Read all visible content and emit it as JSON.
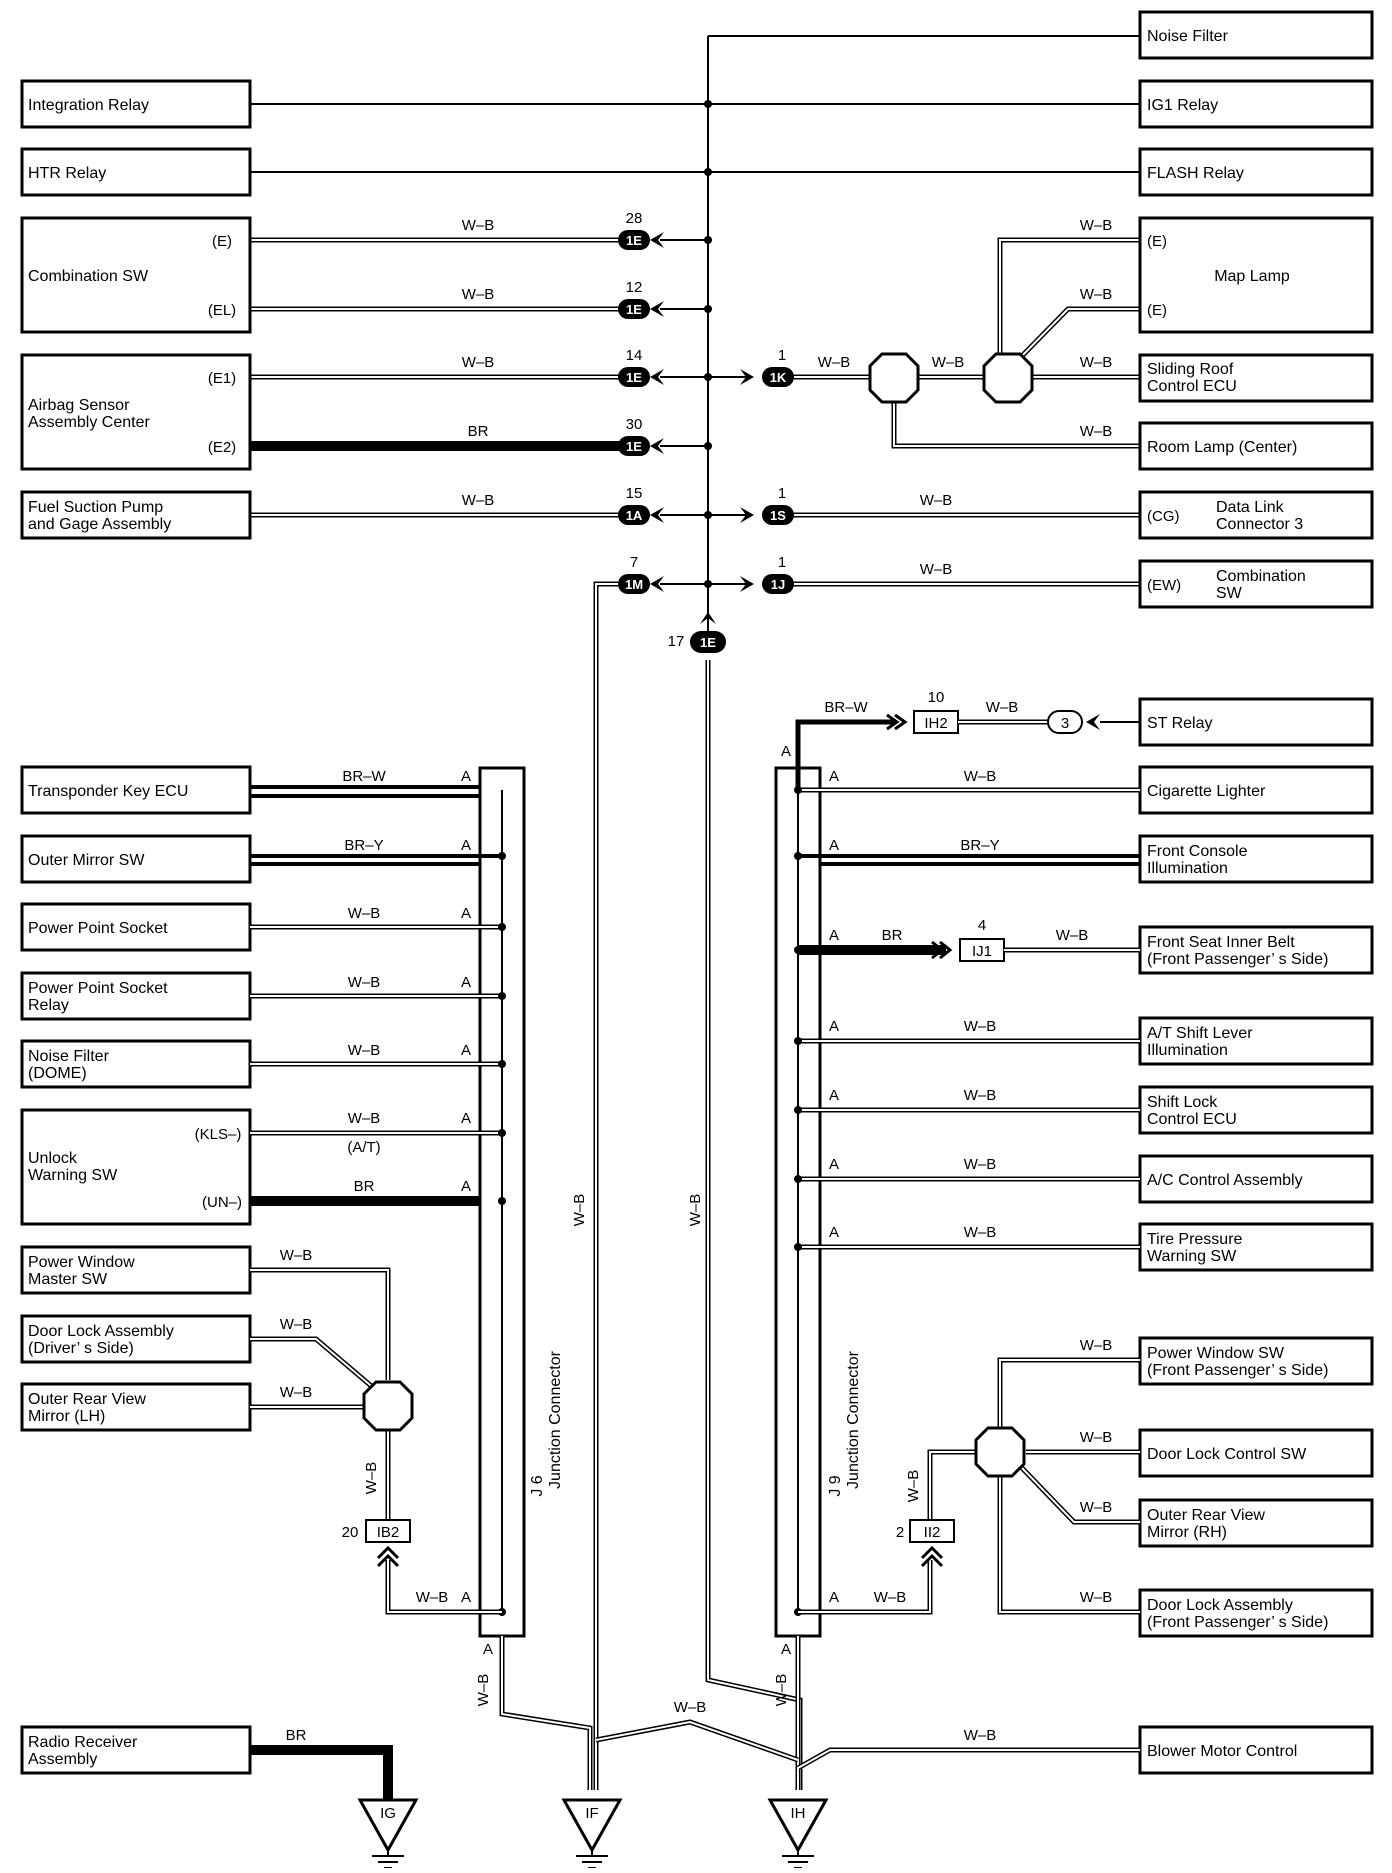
{
  "components_left": [
    {
      "id": "integration",
      "name": "Integration Relay"
    },
    {
      "id": "htr",
      "name": "HTR Relay"
    },
    {
      "id": "combsw",
      "name": "Combination SW",
      "pins": [
        "(E)",
        "(EL)"
      ]
    },
    {
      "id": "airbag",
      "name": "Airbag Sensor\nAssembly Center",
      "pins": [
        "(E1)",
        "(E2)"
      ]
    },
    {
      "id": "fuel",
      "name": "Fuel Suction Pump\nand Gage Assembly"
    },
    {
      "id": "transponder",
      "name": "Transponder Key ECU"
    },
    {
      "id": "outermirror",
      "name": "Outer Mirror SW"
    },
    {
      "id": "pps",
      "name": "Power Point Socket"
    },
    {
      "id": "ppsr",
      "name": "Power Point Socket\nRelay"
    },
    {
      "id": "nfdome",
      "name": "Noise Filter\n(DOME)"
    },
    {
      "id": "unlock",
      "name": "Unlock\nWarning SW",
      "pins": [
        "(KLS–)",
        "(UN–)"
      ]
    },
    {
      "id": "pwms",
      "name": "Power Window\nMaster SW"
    },
    {
      "id": "dlad",
      "name": "Door Lock Assembly\n(Driver’ s Side)"
    },
    {
      "id": "orvlh",
      "name": "Outer Rear View\nMirror (LH)"
    },
    {
      "id": "radio",
      "name": "Radio Receiver\nAssembly"
    }
  ],
  "components_right": [
    {
      "id": "noisefilter",
      "name": "Noise Filter"
    },
    {
      "id": "ig1",
      "name": "IG1 Relay"
    },
    {
      "id": "flash",
      "name": "FLASH Relay"
    },
    {
      "id": "maplamp",
      "name": "Map Lamp",
      "pins": [
        "(E)",
        "(E)"
      ]
    },
    {
      "id": "sroof",
      "name": "Sliding Roof\nControl ECU"
    },
    {
      "id": "roomlamp",
      "name": "Room Lamp (Center)"
    },
    {
      "id": "dlc3",
      "name": "Data Link\nConnector 3",
      "pin": "(CG)"
    },
    {
      "id": "combsw2",
      "name": "Combination\nSW",
      "pin": "(EW)"
    },
    {
      "id": "strelay",
      "name": "ST Relay"
    },
    {
      "id": "cig",
      "name": "Cigarette Lighter"
    },
    {
      "id": "fci",
      "name": "Front Console\nIllumination"
    },
    {
      "id": "fsib",
      "name": "Front Seat Inner Belt\n(Front Passenger’ s Side)"
    },
    {
      "id": "atshift",
      "name": "A/T Shift Lever\nIllumination"
    },
    {
      "id": "shiftlock",
      "name": "Shift Lock\nControl ECU"
    },
    {
      "id": "ac",
      "name": "A/C Control Assembly"
    },
    {
      "id": "tire",
      "name": "Tire Pressure\nWarning SW"
    },
    {
      "id": "pwsfp",
      "name": "Power Window SW\n(Front Passenger’ s Side)"
    },
    {
      "id": "dlcsw",
      "name": "Door Lock Control SW"
    },
    {
      "id": "orvrh",
      "name": "Outer Rear View\nMirror (RH)"
    },
    {
      "id": "dlafp",
      "name": "Door Lock Assembly\n(Front Passenger’ s Side)"
    },
    {
      "id": "blower",
      "name": "Blower Motor Control"
    }
  ],
  "wire_colors": {
    "wb": "W–B",
    "br": "BR",
    "brw": "BR–W",
    "bry": "BR–Y"
  },
  "connectors": {
    "c28": {
      "num": "28",
      "code": "1E"
    },
    "c12": {
      "num": "12",
      "code": "1E"
    },
    "c14": {
      "num": "14",
      "code": "1E"
    },
    "c30": {
      "num": "30",
      "code": "1E"
    },
    "c15": {
      "num": "15",
      "code": "1A"
    },
    "c7": {
      "num": "7",
      "code": "1M"
    },
    "c17": {
      "num": "17",
      "code": "1E"
    },
    "k1": {
      "num": "1",
      "code": "1K"
    },
    "s1": {
      "num": "1",
      "code": "1S"
    },
    "j1": {
      "num": "1",
      "code": "1J"
    },
    "ih2": {
      "num": "10",
      "code": "IH2"
    },
    "ij1": {
      "num": "4",
      "code": "IJ1"
    },
    "ib2": {
      "num": "20",
      "code": "IB2"
    },
    "ii2": {
      "num": "2",
      "code": "II2"
    },
    "st3": {
      "code": "3"
    }
  },
  "junctions": {
    "j6": {
      "id": "J 6",
      "name": "Junction Connector",
      "pin": "A"
    },
    "j9": {
      "id": "J 9",
      "name": "Junction Connector",
      "pin": "A"
    }
  },
  "grounds": [
    "IG",
    "IF",
    "IH"
  ],
  "notes": {
    "at": "(A/T)"
  }
}
